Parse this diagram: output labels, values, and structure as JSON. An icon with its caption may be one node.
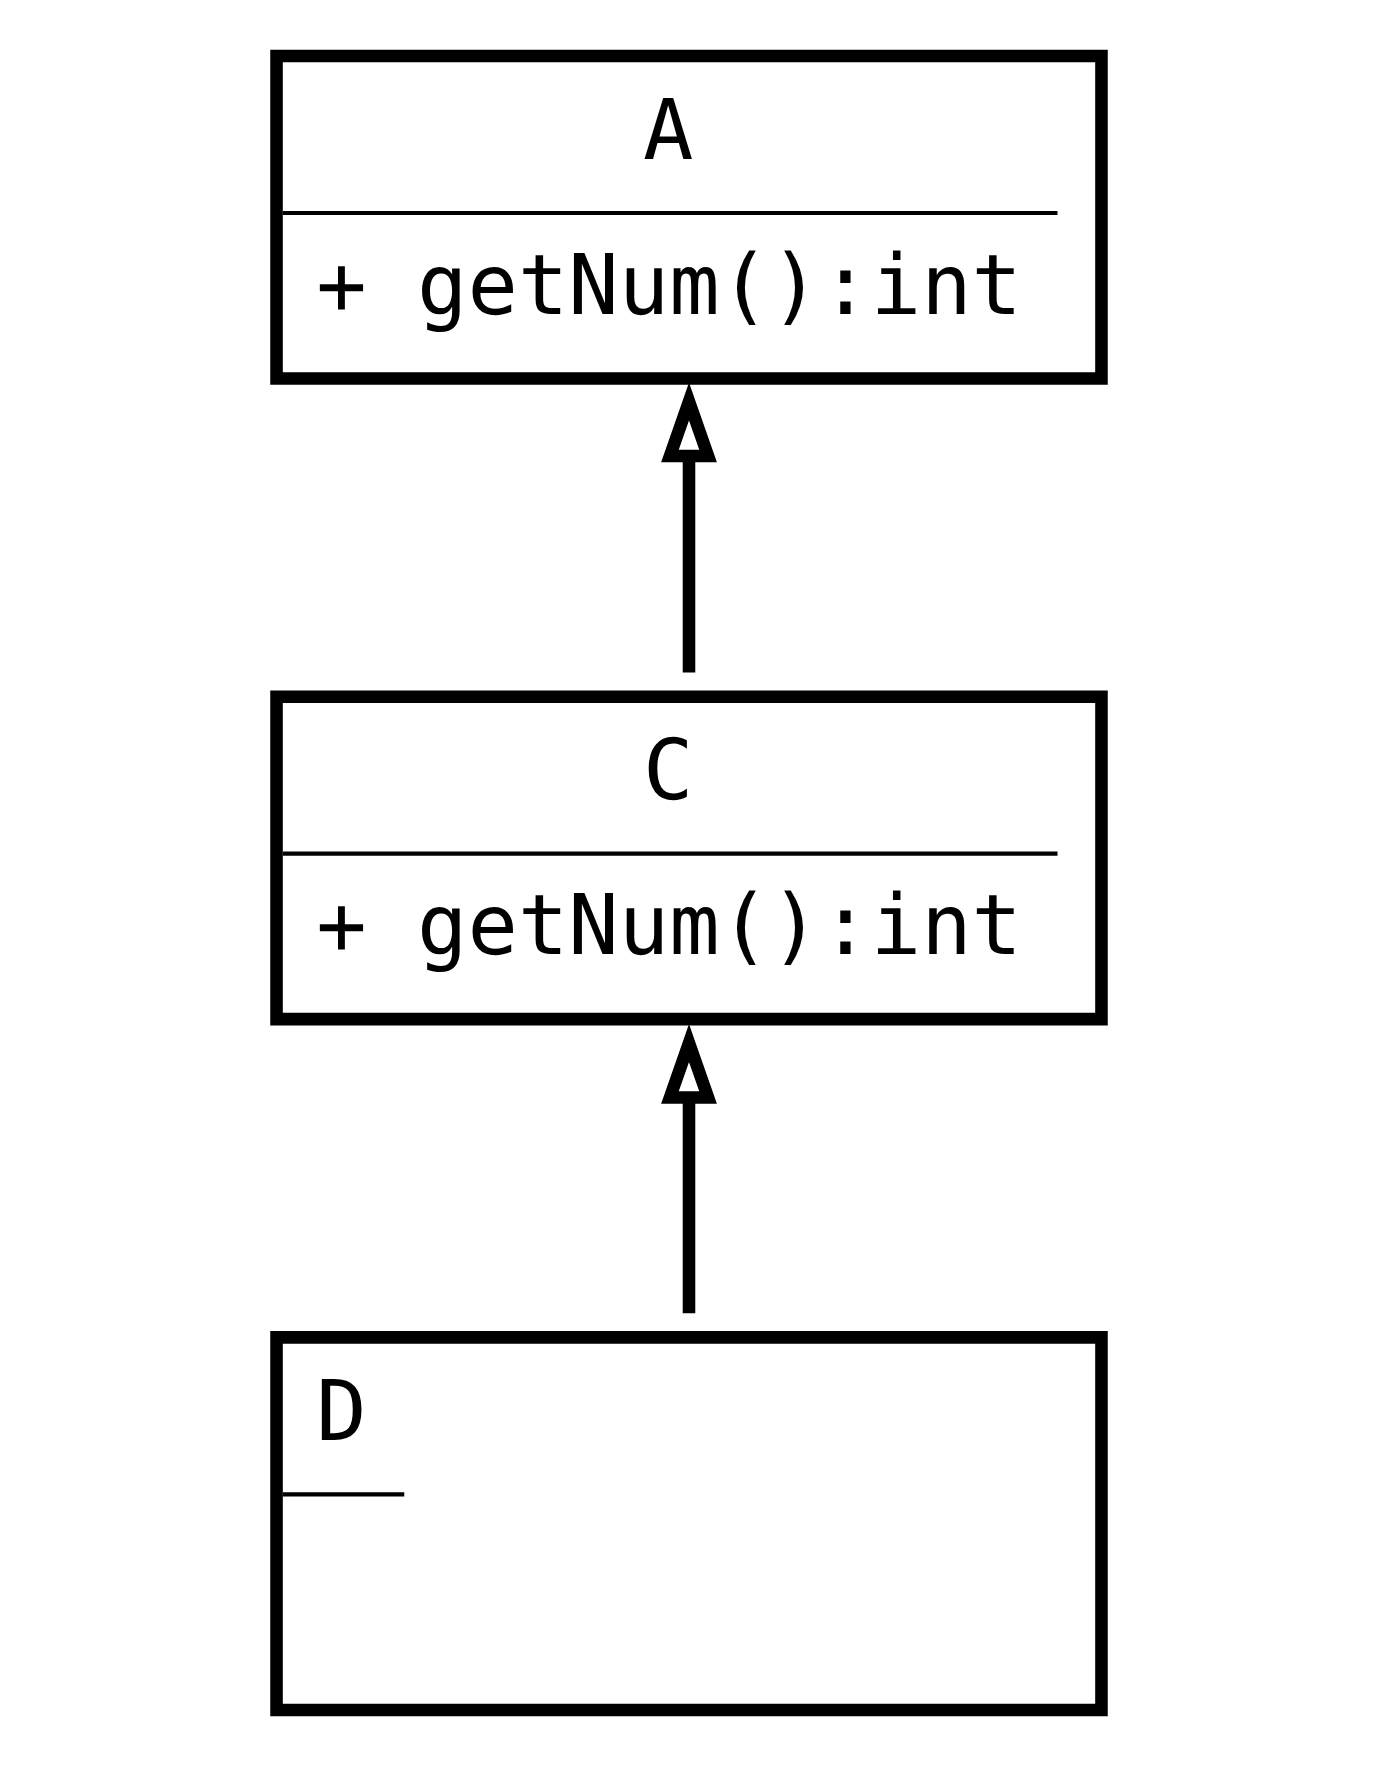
{
  "diagram": {
    "nodes": [
      {
        "text": [
          "A",
          "+ getNum():int"
        ]
      },
      {
        "text": [
          "C",
          "+ getNum():int"
        ]
      },
      {
        "text": [
          "D"
        ]
      }
    ],
    "edges": [
      {
        "from": 1,
        "to": 0,
        "arrow": "to"
      },
      {
        "from": 2,
        "to": 1,
        "arrow": "to"
      }
    ]
  }
}
